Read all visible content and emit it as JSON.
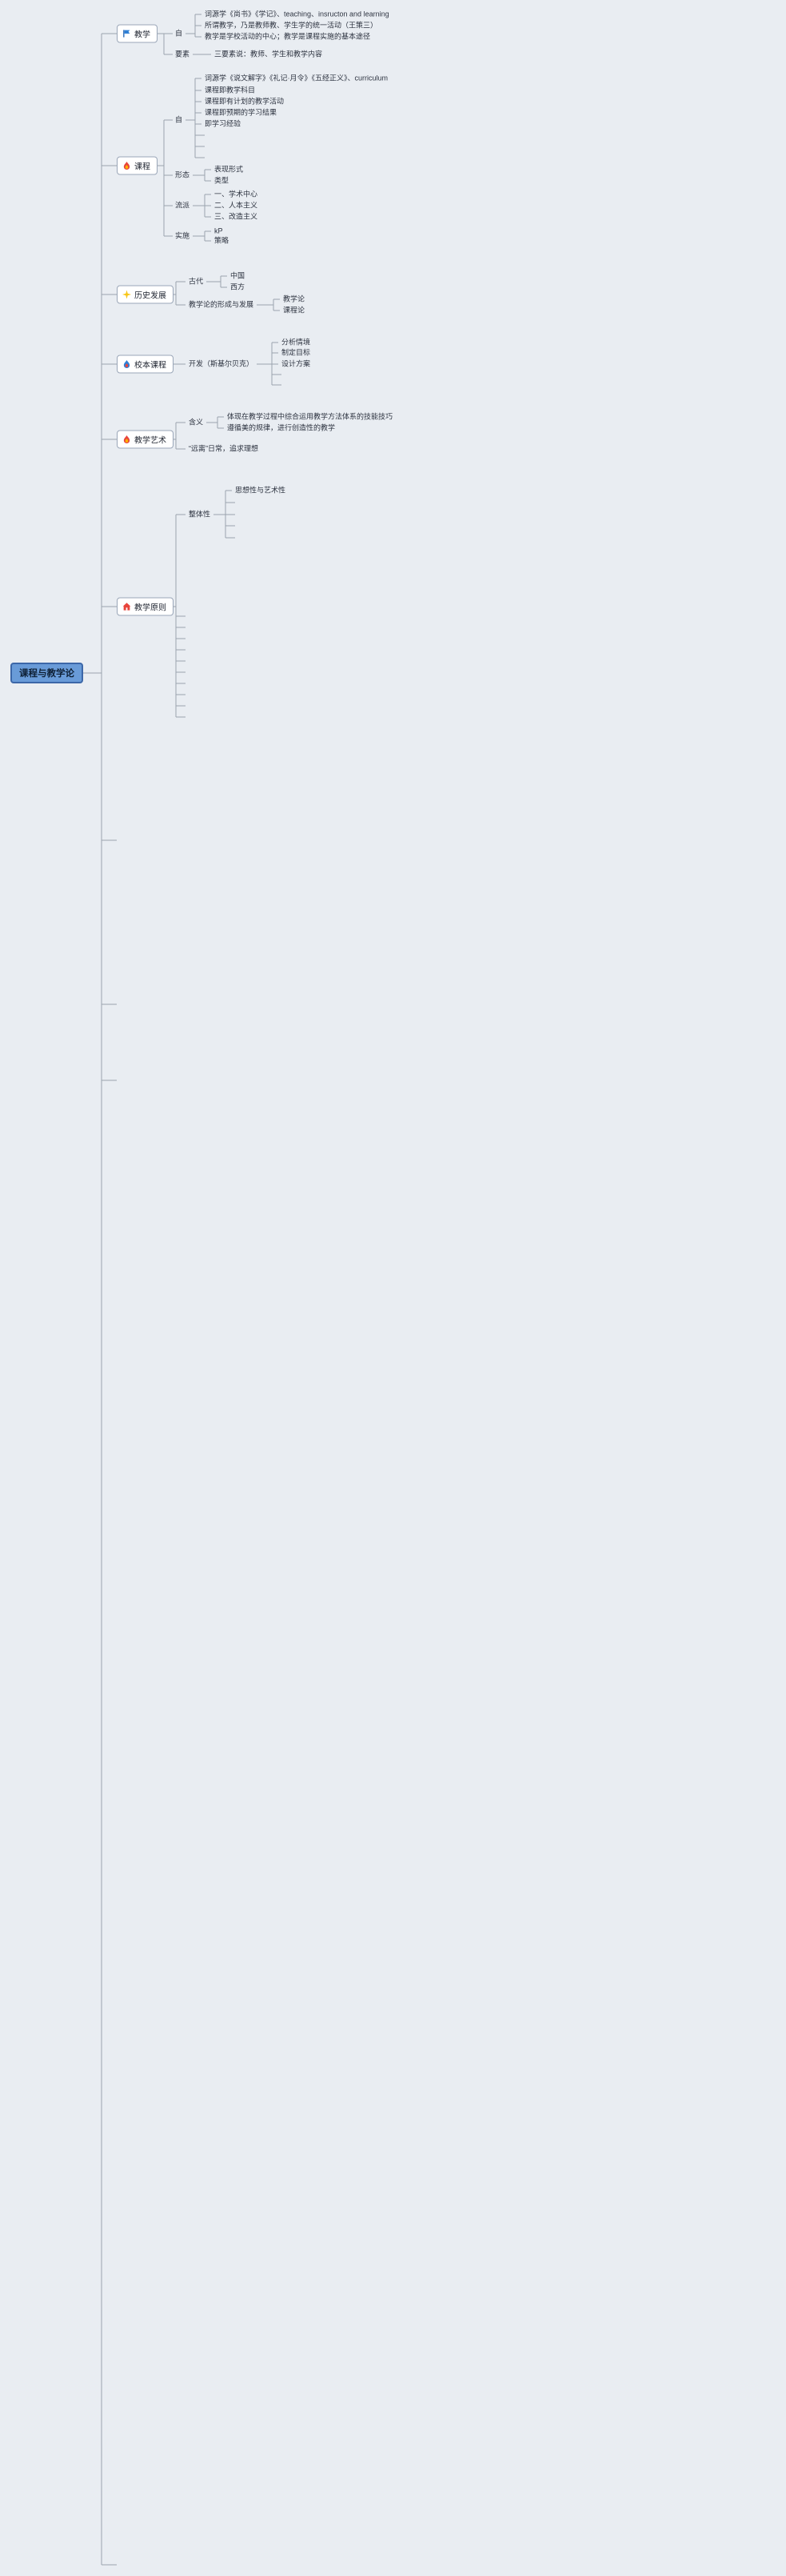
{
  "root": {
    "label": "课程与教学论"
  },
  "branches": [
    {
      "label": "教学",
      "icon": "flag-icon",
      "children": [
        {
          "label": "自",
          "children": [
            {
              "label": "词源学《尚书》《学记》、teaching、insructon and learning"
            },
            {
              "label": "所谓教学，乃是教师教、学生学的统一活动（王策三）"
            },
            {
              "label": "教学是学校活动的中心；教学是课程实施的基本途径"
            }
          ]
        },
        {
          "label": "要素",
          "children": [
            {
              "label": "三要素说：教师、学生和教学内容"
            }
          ]
        }
      ]
    },
    {
      "label": "课程",
      "icon": "flame-icon",
      "children": [
        {
          "label": "自",
          "children": [
            {
              "label": "词源学《说文解字》《礼记·月令》《五经正义》、curriculum"
            },
            {
              "label": "课程即教学科目"
            },
            {
              "label": "课程即有计划的教学活动"
            },
            {
              "label": "课程即预期的学习结果"
            },
            {
              "label": "即学习经验"
            },
            {
              "label": ""
            },
            {
              "label": ""
            },
            {
              "label": ""
            }
          ]
        },
        {
          "label": "形态",
          "children": [
            {
              "label": "表现形式"
            },
            {
              "label": "类型"
            }
          ]
        },
        {
          "label": "流派",
          "children": [
            {
              "label": "一、学术中心"
            },
            {
              "label": "二、人本主义"
            },
            {
              "label": "三、改造主义"
            }
          ]
        },
        {
          "label": "实施",
          "children": [
            {
              "label": "kP"
            },
            {
              "label": "策略"
            }
          ]
        }
      ]
    },
    {
      "label": "历史发展",
      "icon": "sparkle-icon",
      "children": [
        {
          "label": "古代",
          "children": [
            {
              "label": "中国"
            },
            {
              "label": "西方"
            }
          ]
        },
        {
          "label": "教学论的形成与发展",
          "children": [
            {
              "label": "教学论"
            },
            {
              "label": "课程论"
            }
          ]
        }
      ]
    },
    {
      "label": "校本课程",
      "icon": "blue-flame-icon",
      "children": [
        {
          "label": "开发（斯基尔贝克）",
          "children": [
            {
              "label": "分析情境"
            },
            {
              "label": "制定目标"
            },
            {
              "label": "设计方案"
            },
            {
              "label": ""
            },
            {
              "label": ""
            }
          ]
        }
      ]
    },
    {
      "label": "教学艺术",
      "icon": "flame-icon",
      "children": [
        {
          "label": "含义",
          "children": [
            {
              "label": "体现在教学过程中综合运用教学方法体系的技能技巧"
            },
            {
              "label": "遵循美的规律，进行创造性的教学"
            }
          ]
        },
        {
          "label": "“远离”日常，追求理想"
        }
      ]
    },
    {
      "label": "教学原则",
      "icon": "house-icon",
      "children": [
        {
          "label": "整体性",
          "children": [
            {
              "label": "思想性与艺术性"
            },
            {
              "label": ""
            },
            {
              "label": ""
            },
            {
              "label": ""
            },
            {
              "label": ""
            }
          ]
        }
      ]
    }
  ],
  "colors": {
    "canvas_bg": "#e9edf2",
    "root_bg": "#699bd8",
    "root_border": "#3c67a8",
    "node_bg": "#ffffff",
    "node_border": "#9aa6b8",
    "line": "#9aa3ae",
    "flag_blue": "#2f80d6",
    "flame_red": "#e8453c",
    "flame_inner": "#ffb300",
    "sparkle_yellow": "#f8c617",
    "house_red": "#e8453c"
  }
}
